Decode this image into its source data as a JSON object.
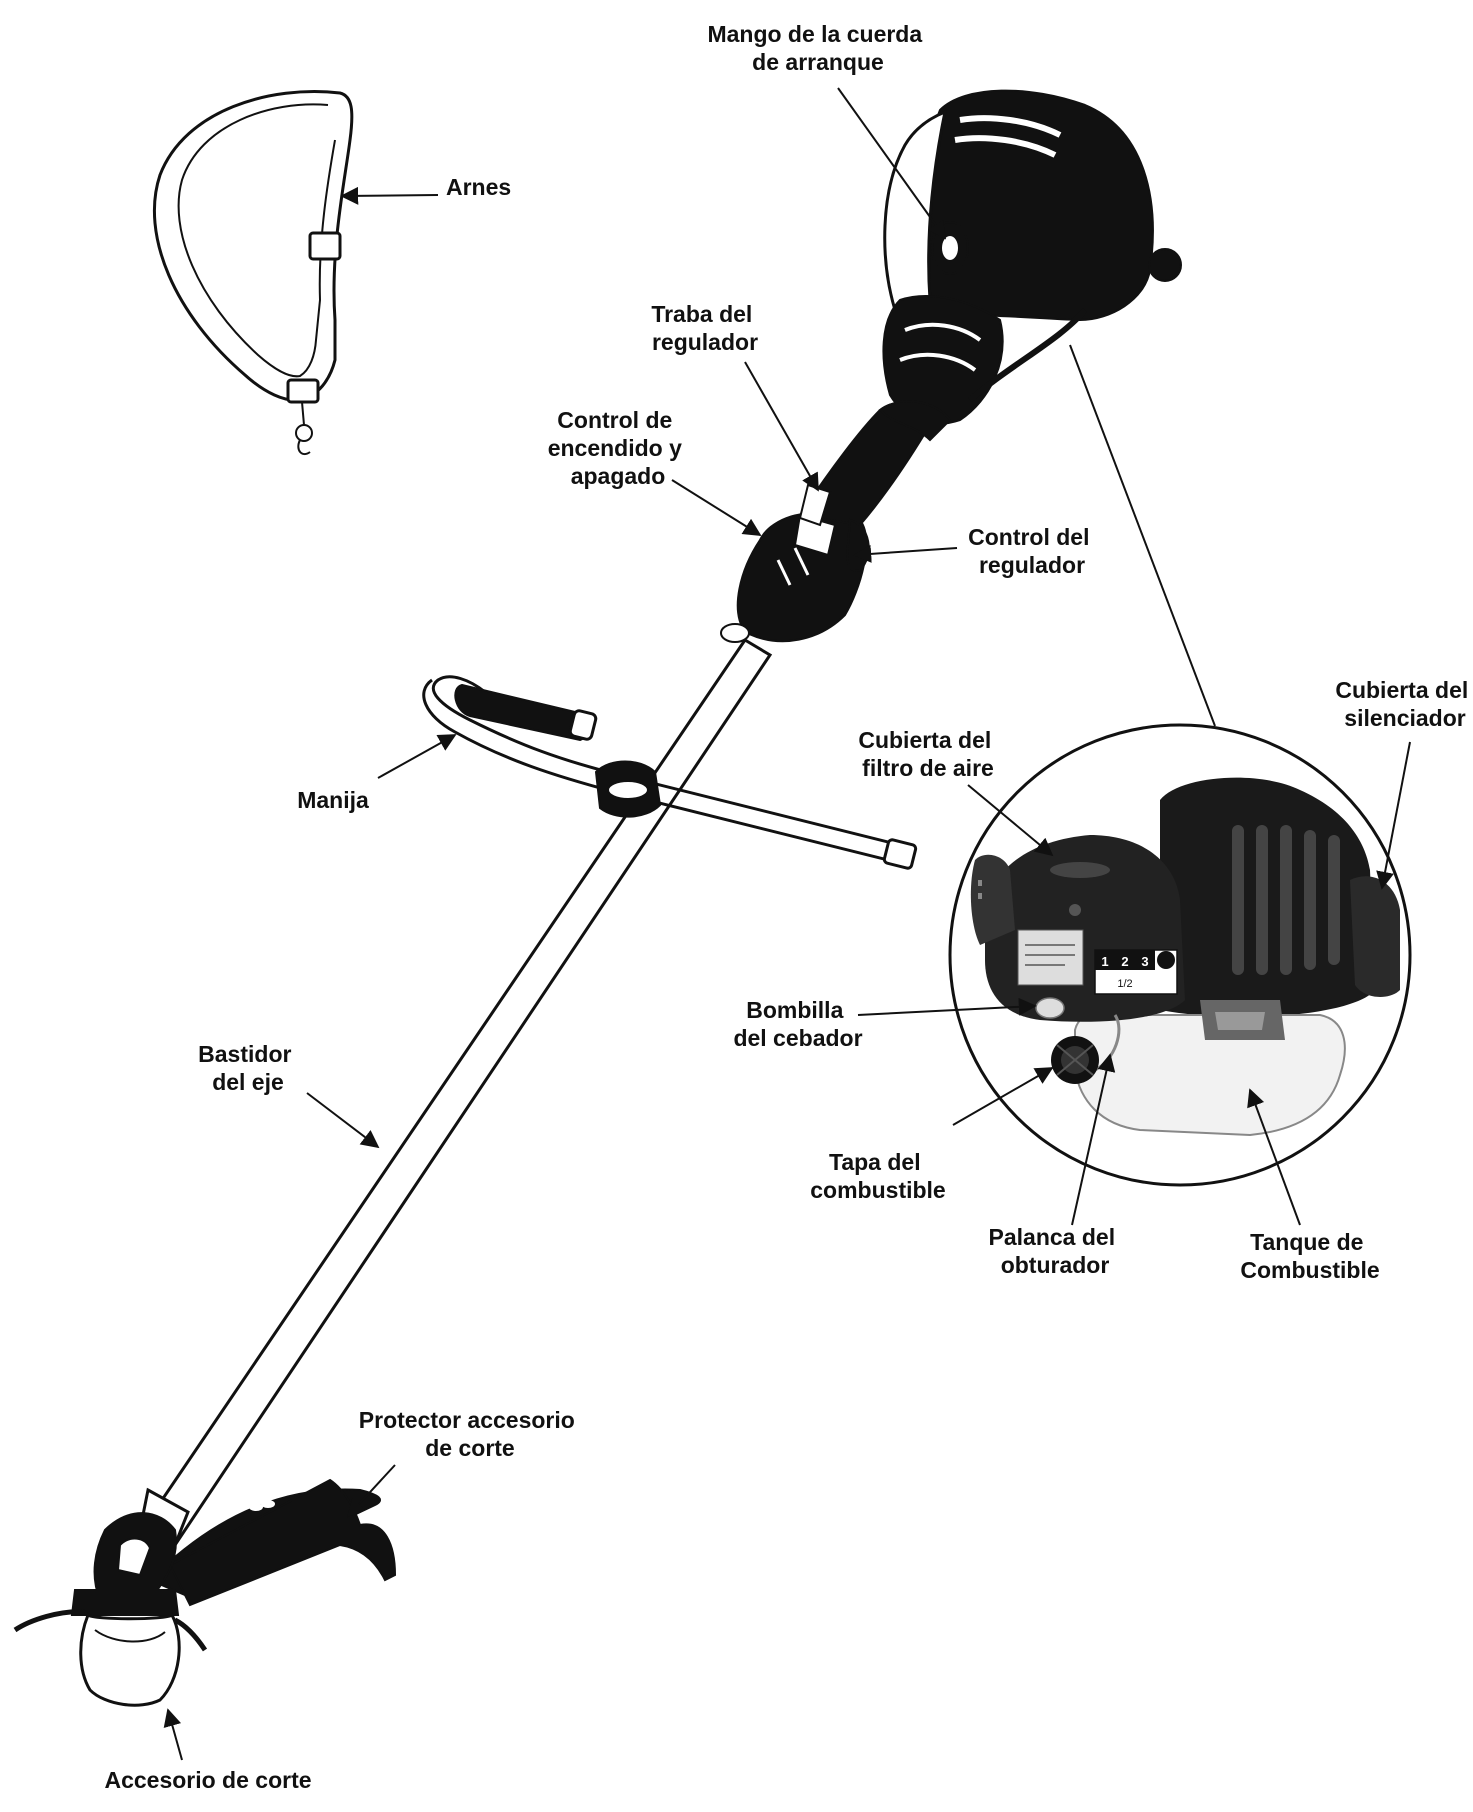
{
  "labels": {
    "starter": [
      "Mango de la cuerda",
      "de arranque"
    ],
    "harness": [
      "Arnes"
    ],
    "throttle_lock": [
      "Traba del",
      "regulador"
    ],
    "on_off": [
      "Control de",
      "encendido y",
      "apagado"
    ],
    "throttle_control": [
      "Control del",
      "regulador"
    ],
    "muffler_cover": [
      "Cubierta del",
      "silenciador"
    ],
    "air_filter_cover": [
      "Cubierta del",
      "filtro de aire"
    ],
    "handle": [
      "Manija"
    ],
    "primer_bulb": [
      "Bombilla",
      "del cebador"
    ],
    "shaft_housing": [
      "Bastidor",
      "del eje"
    ],
    "fuel_cap": [
      "Tapa del",
      "combustible"
    ],
    "choke_lever": [
      "Palanca del",
      "obturador"
    ],
    "fuel_tank": [
      "Tanque de",
      "Combustible"
    ],
    "guard": [
      "Protector accesorio",
      "de corte"
    ],
    "cutting_attachment": [
      "Accesorio de corte"
    ]
  },
  "decal": {
    "steps": [
      "1",
      "2",
      "3"
    ],
    "choke_positions": [
      "1/2"
    ]
  },
  "colors": {
    "ink": "#111111",
    "background": "#ffffff",
    "tank": "#f2f2f2"
  }
}
